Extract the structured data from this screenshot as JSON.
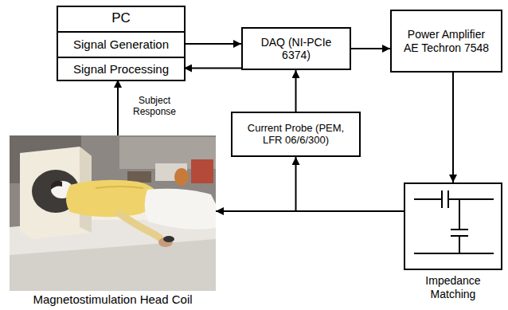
{
  "diagram": {
    "nodes": [
      {
        "text": [
          "PC"
        ]
      },
      {
        "text": [
          "Signal Generation"
        ],
        "in": 0
      },
      {
        "text": [
          "Signal Processing"
        ],
        "in": 0
      },
      {
        "text": [
          "DAQ (NI-PCIe 6374)"
        ]
      },
      {
        "text": [
          "Power Amplifier AE Techron 7548"
        ]
      },
      {
        "text": [
          "Current Probe (PEM, LFR 06/6/300)"
        ]
      },
      {
        "text": [
          "Impedance Matching"
        ]
      },
      {
        "text": [
          "Magnetostimulation Head Coil"
        ]
      }
    ],
    "edges": [
      {
        "from": 1,
        "to": 3,
        "arrow": "to"
      },
      {
        "from": 3,
        "to": 2,
        "arrow": "to"
      },
      {
        "from": 3,
        "to": 4,
        "arrow": "to"
      },
      {
        "from": 4,
        "to": 6,
        "arrow": "to"
      },
      {
        "from": 6,
        "to": 7,
        "arrow": "to"
      },
      {
        "from": 6,
        "to": 5,
        "arrow": "to"
      },
      {
        "from": 5,
        "to": 3,
        "arrow": "to"
      },
      {
        "from": 7,
        "to": 2,
        "label": "Subject Response",
        "arrow": "to"
      }
    ]
  }
}
